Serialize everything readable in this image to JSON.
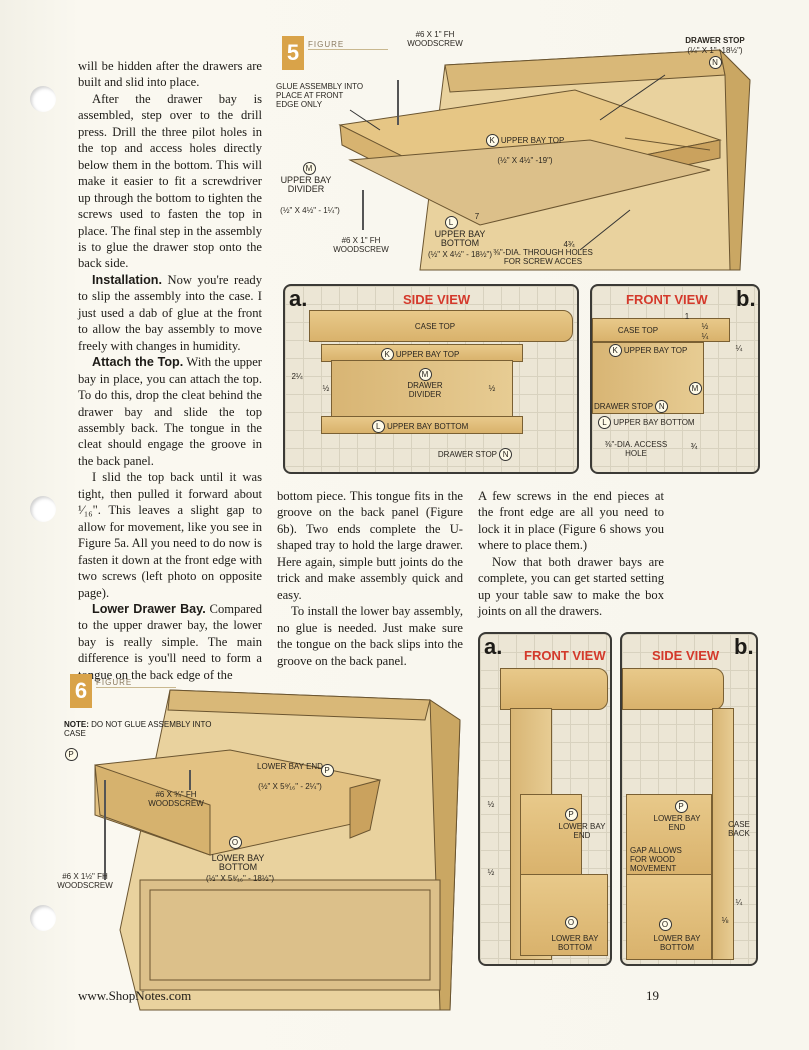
{
  "left_col": {
    "p1": "will be hidden after the drawers are built and slid into place.",
    "p2": "After the drawer bay is assembled, step over to the drill press. Drill the three pilot holes in the top and access holes directly below them in the bottom. This will make it easier to fit a screwdriver up through the bottom to tighten the screws used to fasten the top in place. The final step in the assembly is to glue the drawer stop onto the back side.",
    "p3_head": "Installation.",
    "p3": " Now you're ready to slip the assembly into the case. I just used a dab of glue at the front to allow the bay assembly to move freely with changes in humidity.",
    "p4_head": "Attach the Top.",
    "p4": " With the upper bay in place, you can attach the top. To do this, drop the cleat behind the drawer bay and slide the top assembly back. The tongue in the cleat should engage the groove in the back panel.",
    "p5": "I slid the top back until it was tight, then pulled it forward about ¹⁄₁₆\". This leaves a slight gap to allow for movement, like you see in Figure 5a. All you need to do now is fasten it down at the front edge with two screws (left photo on opposite page).",
    "p6_head": "Lower Drawer Bay.",
    "p6": " Compared to the upper drawer bay, the lower bay is really simple. The main difference is you'll need to form a tongue on the back edge of the"
  },
  "mid_col": {
    "p1": "bottom piece. This tongue fits in the groove on the back panel (Figure 6b). Two ends complete the U-shaped tray to hold the large drawer. Here again, simple butt joints do the trick and make assembly quick and easy.",
    "p2": "To install the lower bay assembly, no glue is needed. Just make sure the tongue on the back slips into the groove on the back panel."
  },
  "right_col": {
    "p1": "A few screws in the end pieces at the front edge are all you need to lock it in place (Figure 6 shows you where to place them.)",
    "p2": "Now that both drawer bays are complete, you can get started setting up your table saw to make the box joints on all the drawers."
  },
  "fig5": {
    "number": "5",
    "word": "FIGURE",
    "screw_top": "#6 x 1\" Fh WOODSCREW",
    "drawer_stop": "DRAWER STOP",
    "drawer_stop_dim": "(¼\" x 1\" -18½\")",
    "drawer_stop_key": "N",
    "glue_note": "GLUE ASSEMBLY INTO PLACE AT FRONT EDGE ONLY",
    "upper_bay_top": "UPPER BAY TOP",
    "upper_bay_top_dim": "(½\" x 4½\" -19\")",
    "upper_bay_top_key": "K",
    "divider": "UPPER BAY DIVIDER",
    "divider_dim": "(½\" x 4½\" - 1¼\")",
    "divider_key": "M",
    "screw_bottom": "#6 x 1\" Fh WOODSCREW",
    "bottom": "UPPER BAY BOTTOM",
    "bottom_dim": "(½\" x 4½\" - 18½\")",
    "bottom_key": "L",
    "holes": "⅜\"-DIA. THROUGH HOLES FOR SCREW ACCES",
    "dim7": "7",
    "dim434": "4¾"
  },
  "fig5a": {
    "letter": "a.",
    "title": "SIDE VIEW",
    "case_top": "CASE TOP",
    "upper_bay_top": "UPPER BAY TOP",
    "divider": "DRAWER DIVIDER",
    "bottom": "UPPER BAY BOTTOM",
    "drawer_stop": "DRAWER STOP",
    "dim_height": "2¼",
    "dim_half_l": "½",
    "dim_half_r": "½",
    "key_k": "K",
    "key_m": "M",
    "key_l": "L",
    "key_n": "N"
  },
  "fig5b": {
    "letter": "b.",
    "title": "FRONT VIEW",
    "case_top": "CASE TOP",
    "upper_bay_top": "UPPER BAY TOP",
    "drawer_stop": "DRAWER STOP",
    "bottom": "UPPER BAY BOTTOM",
    "hole": "⅜\"-DIA. ACCESS HOLE",
    "dim1": "1",
    "dim_half": "½",
    "dim_quarter": "¼",
    "dim_quarter2": "¼",
    "dim34": "¾",
    "key_k": "K",
    "key_m": "M",
    "key_n": "N",
    "key_l": "L"
  },
  "fig6": {
    "number": "6",
    "word": "FIGURE",
    "note_head": "NOTE:",
    "note": "DO NOT GLUE ASSEMBLY INTO CASE",
    "key_p": "P",
    "key_o": "O",
    "end": "LOWER BAY END",
    "end_dim": "(½\" x 5⁹⁄₁₆\" - 2¼\")",
    "screw1": "#6 x ¾\" Fh WOODSCREW",
    "screw2": "#6 x 1½\" Fh WOODSCREW",
    "bottom": "LOWER BAY BOTTOM",
    "bottom_dim": "(½\" x 5⁹⁄₁₆\" - 18½\")"
  },
  "fig6a": {
    "letter": "a.",
    "title": "FRONT VIEW",
    "end": "LOWER BAY END",
    "bottom": "LOWER BAY BOTTOM",
    "dim1": "½",
    "dim2": "½",
    "key_p": "P",
    "key_o": "O"
  },
  "fig6b": {
    "letter": "b.",
    "title": "SIDE VIEW",
    "end": "LOWER BAY END",
    "case_back": "CASE BACK",
    "gap": "GAP ALLOWS FOR WOOD MOVEMENT",
    "bottom": "LOWER BAY BOTTOM",
    "dim1": "¼",
    "dim2": "⅛",
    "key_p": "P",
    "key_o": "O"
  },
  "footer": {
    "url": "www.ShopNotes.com",
    "page": "19"
  }
}
